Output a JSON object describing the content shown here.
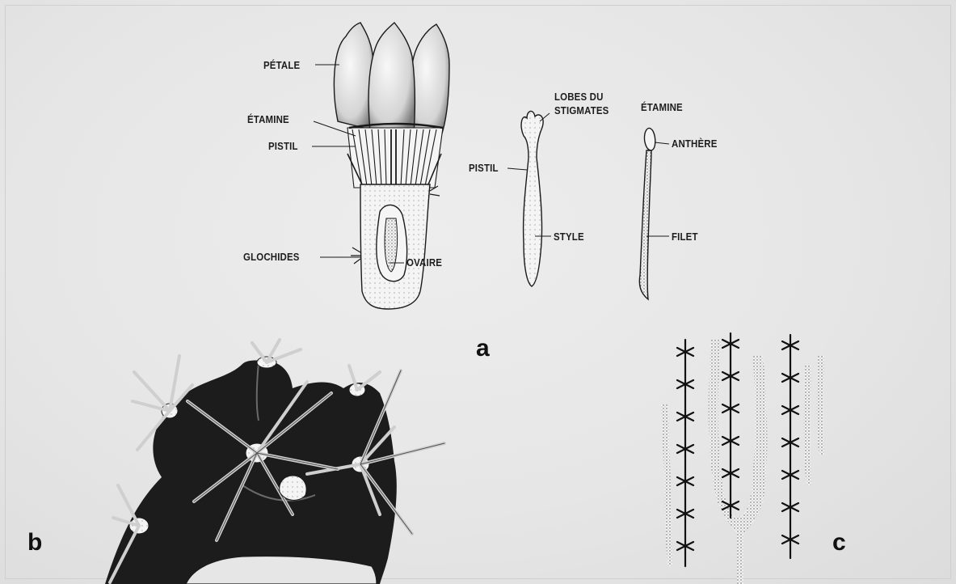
{
  "figure": {
    "panels": [
      {
        "letter": "a"
      },
      {
        "letter": "b"
      },
      {
        "letter": "c"
      }
    ]
  },
  "flower": {
    "petale": "PÉTALE",
    "etamine": "ÉTAMINE",
    "pistil": "PISTIL",
    "glochides": "GLOCHIDES",
    "ovaire": "OVAIRE"
  },
  "pistil_detail": {
    "lobes_line1": "LOBES DU",
    "lobes_line2": "STIGMATES",
    "pistil": "PISTIL",
    "style": "STYLE"
  },
  "stamen_detail": {
    "etamine": "ÉTAMINE",
    "anthere": "ANTHÈRE",
    "filet": "FILET"
  },
  "colors": {
    "background": "#e6e6e6",
    "ink": "#1a1a1a"
  }
}
